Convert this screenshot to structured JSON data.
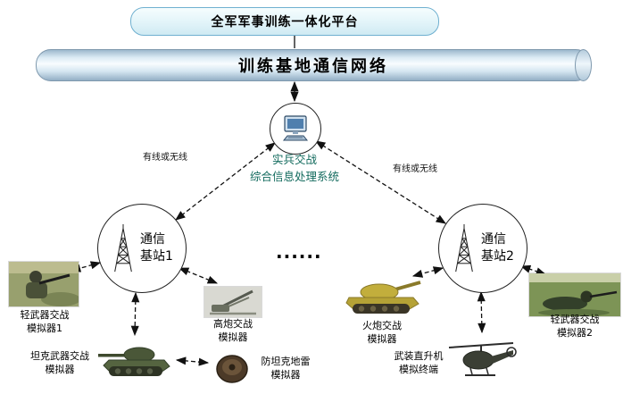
{
  "colors": {
    "platform_box_fill": "#e2f4f9",
    "platform_box_border": "#6fb0d0",
    "pipe_fill": "#c6dcec",
    "pipe_border": "#7e98ad",
    "processing_label_text": "#136b5e",
    "diagram_text": "#000000"
  },
  "platform": {
    "title": "全军军事训练一体化平台"
  },
  "network": {
    "title": "训练基地通信网络"
  },
  "processing_system": {
    "line1": "实兵交战",
    "line2": "综合信息处理系统"
  },
  "links": {
    "left_label": "有线或无线",
    "right_label": "有线或无线"
  },
  "stations": {
    "bs1": {
      "line1": "通信",
      "line2": "基站1"
    },
    "bs2": {
      "line1": "通信",
      "line2": "基站2"
    },
    "ellipsis": "......"
  },
  "simulators": {
    "light_weapon_1": {
      "line1": "轻武器交战",
      "line2": "模拟器1"
    },
    "tank_weapon": {
      "line1": "坦克武器交战",
      "line2": "模拟器"
    },
    "aa_gun": {
      "line1": "高炮交战",
      "line2": "模拟器"
    },
    "anti_tank_mine": {
      "line1": "防坦克地雷",
      "line2": "模拟器"
    },
    "artillery": {
      "line1": "火炮交战",
      "line2": "模拟器"
    },
    "helicopter": {
      "line1": "武装直升机",
      "line2": "模拟终端"
    },
    "light_weapon_2": {
      "line1": "轻武器交战",
      "line2": "模拟器2"
    }
  }
}
